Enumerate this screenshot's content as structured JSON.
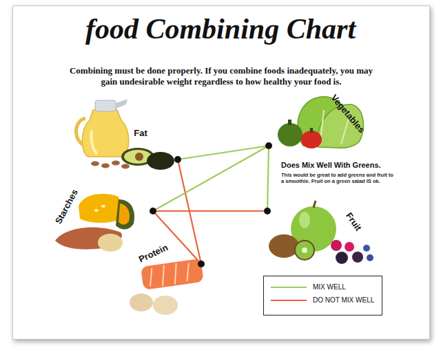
{
  "diagram": {
    "title": "food Combining Chart",
    "nodes": [
      {
        "text": [
          "Fat"
        ]
      },
      {
        "text": [
          "Vegetables"
        ]
      },
      {
        "text": [
          "Starches"
        ]
      },
      {
        "text": [
          "Fruit"
        ]
      },
      {
        "text": [
          "Protein"
        ]
      }
    ],
    "edges": [
      {
        "from": 0,
        "to": 1,
        "arrow": "none"
      },
      {
        "from": 0,
        "to": 4,
        "arrow": "none"
      },
      {
        "from": 2,
        "to": 1,
        "arrow": "none"
      },
      {
        "from": 2,
        "to": 3,
        "arrow": "none"
      },
      {
        "from": 2,
        "to": 4,
        "arrow": "none"
      },
      {
        "from": 1,
        "to": 3,
        "arrow": "none"
      }
    ],
    "labels": [
      "Combining must be done properly. If you combine foods inadequately, you may gain undesirable weight regardless to how healthy your food is.",
      "Does Mix Well With Greens.",
      "This would be great to add greens and fruit to a smoothie. Fruit on a green salad IS ok."
    ],
    "legend": [
      {
        "text": "MIX WELL"
      },
      {
        "text": "DO NOT MIX WELL"
      }
    ]
  }
}
